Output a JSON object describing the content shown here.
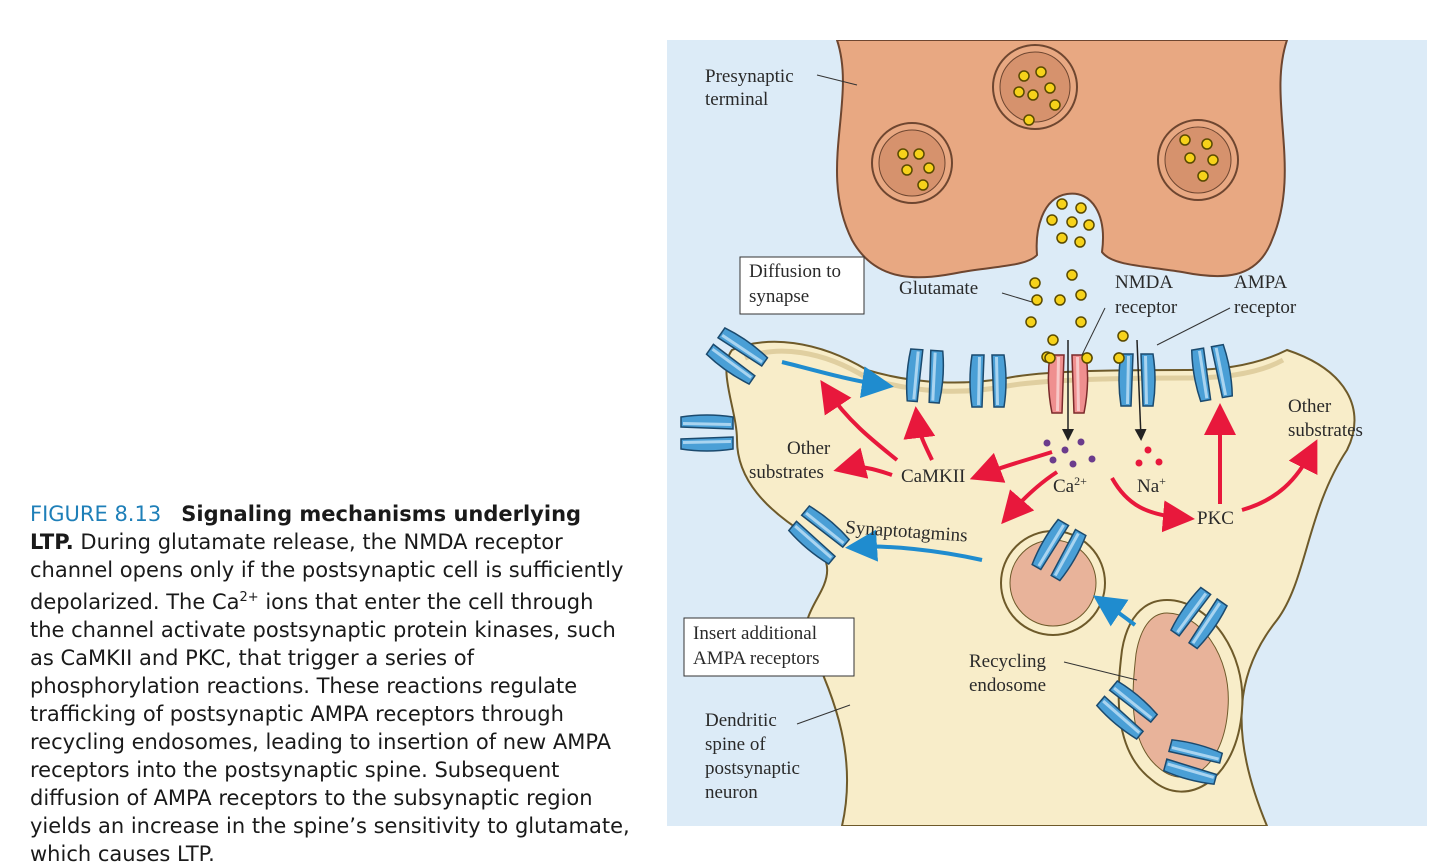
{
  "caption": {
    "figure_number": "FIGURE 8.13",
    "title_part1": "Signaling mechanisms underlying",
    "title_part2": "LTP.",
    "body_pre": " During glutamate release, the NMDA receptor channel opens only if the postsynaptic cell is sufficiently depolarized. The Ca",
    "body_sup": "2+",
    "body_post": " ions that enter the cell through the channel activate postsynaptic protein kinases, such as CaMKII and PKC, that trigger a series of phosphorylation reactions. These reactions regulate trafficking of postsynaptic AMPA receptors through recycling endosomes, leading to insertion of new AMPA receptors into the postsynaptic spine. Subsequent diffusion of AMPA receptors to the subsynaptic region yields an increase in the spine’s sensitivity to glutamate, which causes LTP."
  },
  "labels": {
    "presynaptic_1": "Presynaptic",
    "presynaptic_2": "terminal",
    "diffusion_1": "Diffusion to",
    "diffusion_2": "synapse",
    "glutamate": "Glutamate",
    "nmda_1": "NMDA",
    "nmda_2": "receptor",
    "ampa_1": "AMPA",
    "ampa_2": "receptor",
    "other_right_1": "Other",
    "other_right_2": "substrates",
    "other_left_1": "Other",
    "other_left_2": "substrates",
    "camkii": "CaMKII",
    "ca": "Ca",
    "ca_sup": "2+",
    "na": "Na",
    "na_sup": "+",
    "pkc": "PKC",
    "synaptotagmins": "Synaptotagmins",
    "insert_1": "Insert additional",
    "insert_2": "AMPA receptors",
    "recycling_1": "Recycling",
    "recycling_2": "endosome",
    "dendritic_1": "Dendritic",
    "dendritic_2": "spine of",
    "dendritic_3": "postsynaptic",
    "dendritic_4": "neuron"
  },
  "colors": {
    "background_blue": "#dcebf7",
    "presynaptic_fill": "#e8a882",
    "spine_fill": "#f8edc9",
    "glutamate": "#f6d21a",
    "ampa_receptor": "#4a9fd6",
    "nmda_receptor": "#ef8f8f",
    "red_arrow": "#e8183c",
    "blue_arrow": "#1f8ccf",
    "calcium_ion": "#6b3c8c",
    "sodium_ion": "#e8183c"
  }
}
